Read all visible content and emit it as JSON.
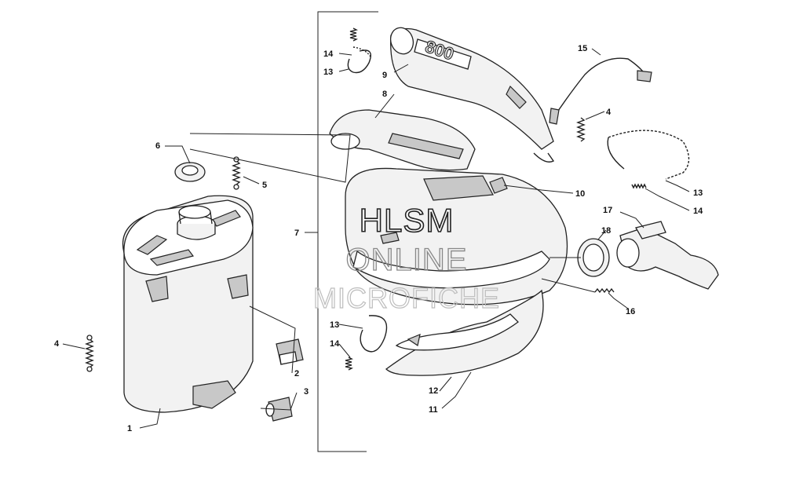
{
  "callouts": {
    "c1": "1",
    "c2": "2",
    "c3": "3",
    "c4_left": "4",
    "c4_right": "4",
    "c5": "5",
    "c6": "6",
    "c7": "7",
    "c8": "8",
    "c9": "9",
    "c10": "10",
    "c11": "11",
    "c12": "12",
    "c13_top": "13",
    "c13_right": "13",
    "c13_bottom": "13",
    "c14_top": "14",
    "c14_right": "14",
    "c14_bottom": "14",
    "c15": "15",
    "c16": "16",
    "c17": "17",
    "c18": "18"
  },
  "watermark": {
    "line1": "HLSM",
    "line2": "ONLINE",
    "line3": "MICROFICHE"
  },
  "engine_logo": "800"
}
